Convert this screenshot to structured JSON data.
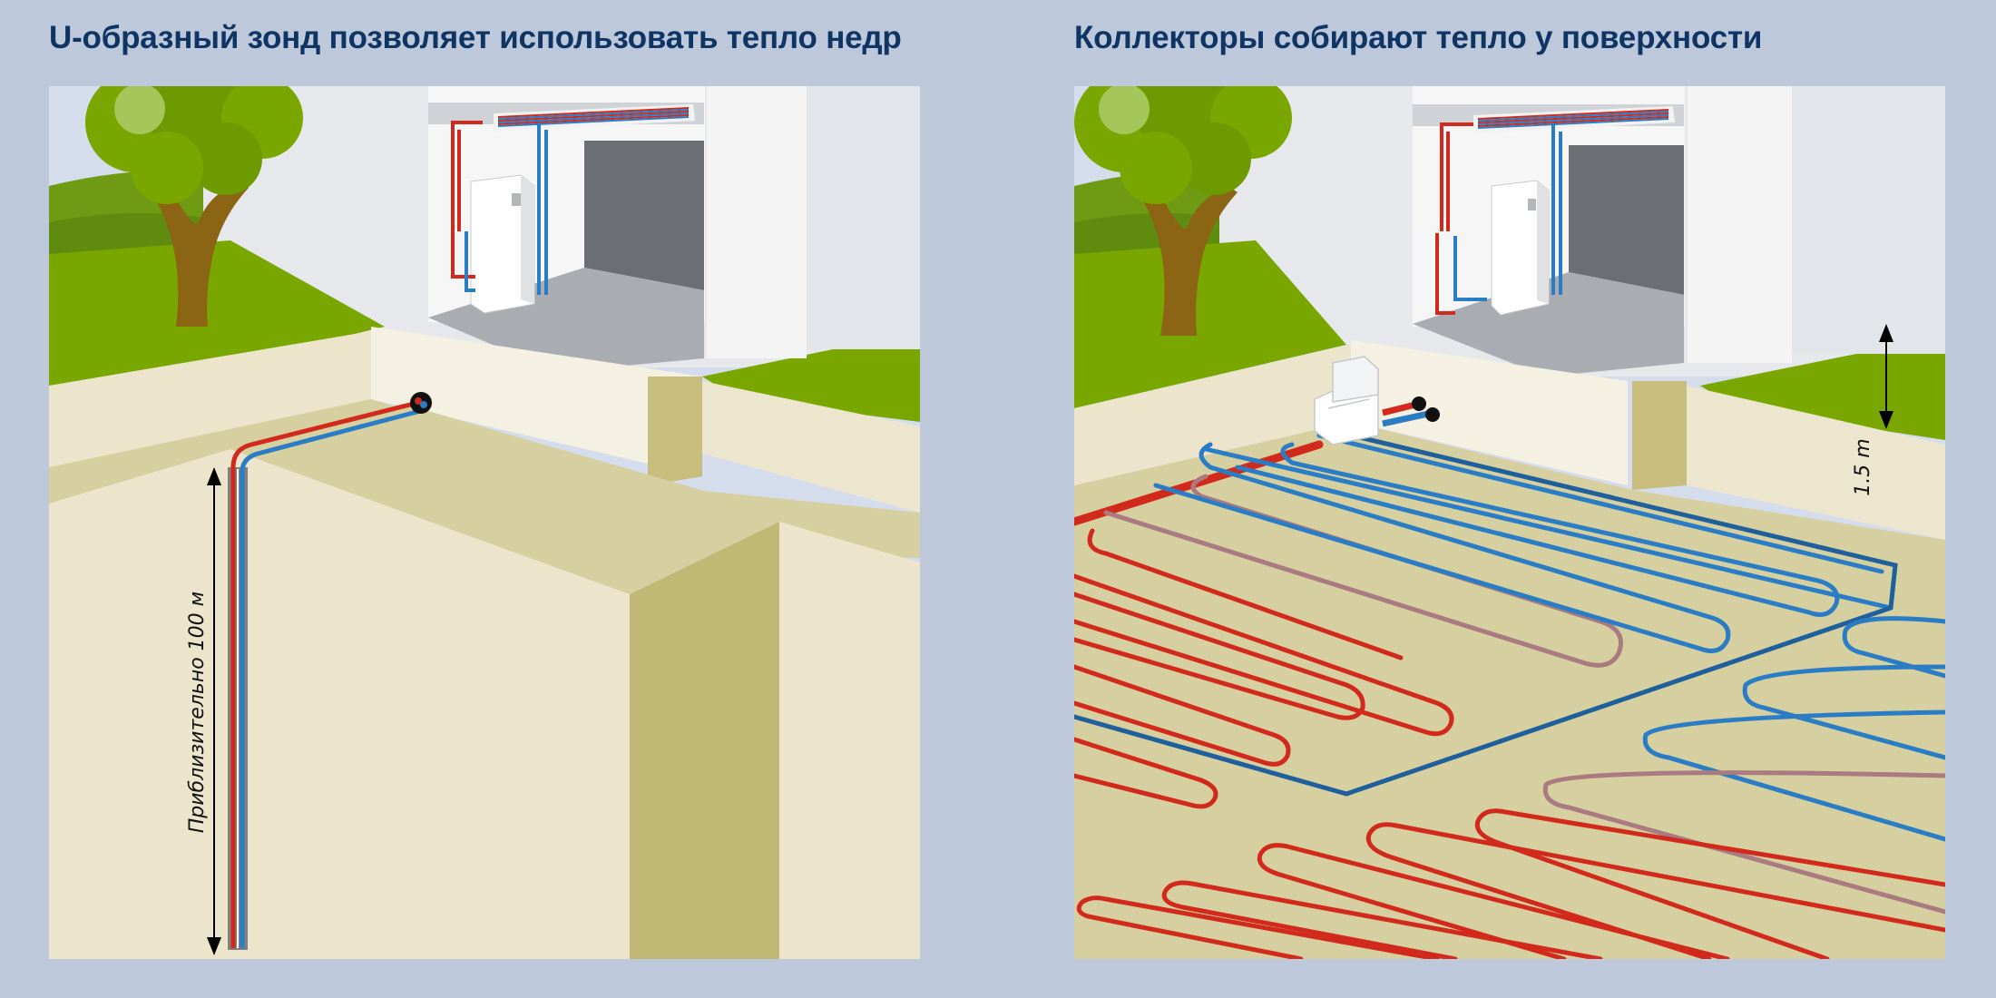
{
  "left_panel": {
    "title": "U-образный зонд позволяет использовать тепло недр",
    "depth_label": "Приблизительно 100 м"
  },
  "right_panel": {
    "title": "Коллекторы собирают тепло у поверхности",
    "depth_label": "1.5 m"
  },
  "colors": {
    "background": "#bdc8da",
    "title": "#0f3564",
    "grass": "#7aa600",
    "soil": "#d6cfa0",
    "soil_light": "#ece5cc",
    "hot_pipe": "#d12a1c",
    "cold_pipe": "#2a7dc4"
  }
}
